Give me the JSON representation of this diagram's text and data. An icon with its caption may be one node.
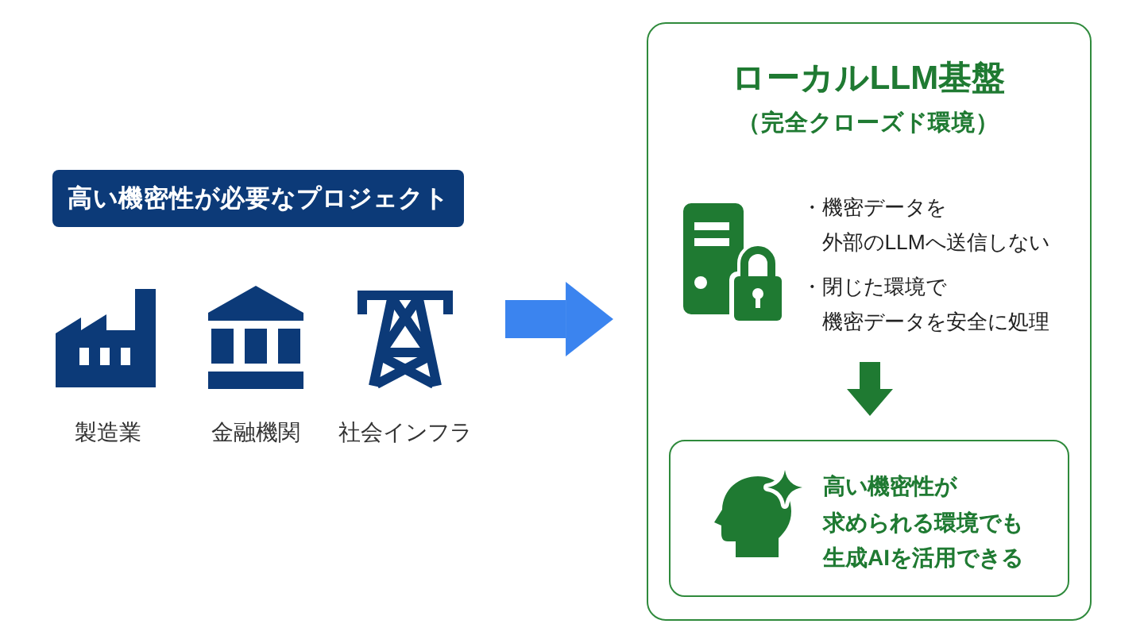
{
  "diagram": {
    "nodes": [
      {
        "text": [
          "高い機密性が必要なプロジェクト"
        ]
      },
      {
        "text": [
          "ローカルLLM基盤",
          "（完全クローズド環境）",
          "・機密データを外部のLLMへ送信しない",
          "・閉じた環境で機密データを安全に処理"
        ]
      },
      {
        "text": [
          "高い機密性が求められる環境でも生成AIを活用できる"
        ],
        "in": 1
      }
    ],
    "edges": [
      {
        "from": null,
        "to": 1,
        "arrow": "to",
        "style": "thick",
        "color": "#3b84ef"
      },
      {
        "from": null,
        "to": 2,
        "arrow": "to",
        "color": "#1f7a32"
      }
    ],
    "labels": [
      "製造業",
      "金融機関",
      "社会インフラ"
    ]
  }
}
